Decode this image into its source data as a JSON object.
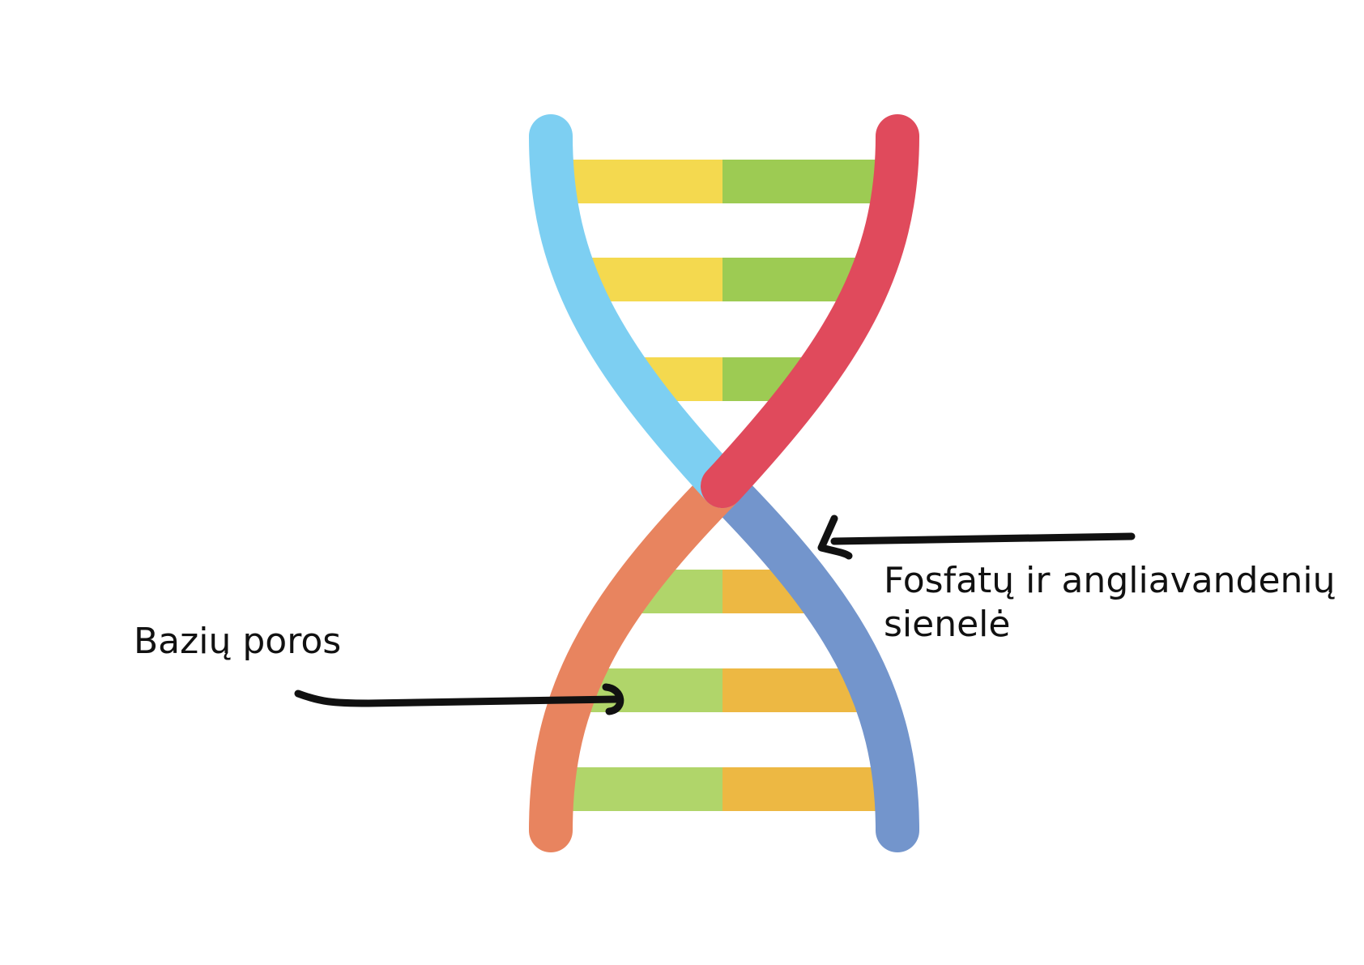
{
  "labels": {
    "base_pairs": "Bazių poros",
    "backbone_line1": "Fosfatų ir angliavandenių",
    "backbone_line2": "sienelė"
  },
  "colors": {
    "strand_left_upper": "#7DCFF2",
    "strand_right_upper": "#E04A5C",
    "strand_left_lower": "#E8845F",
    "strand_right_lower": "#7395CC",
    "base_upper_left": "#F4D94F",
    "base_upper_right": "#9DCB53",
    "base_lower_left": "#B0D56A",
    "base_lower_right": "#EDB843",
    "arrow": "#111111",
    "text": "#111111"
  }
}
